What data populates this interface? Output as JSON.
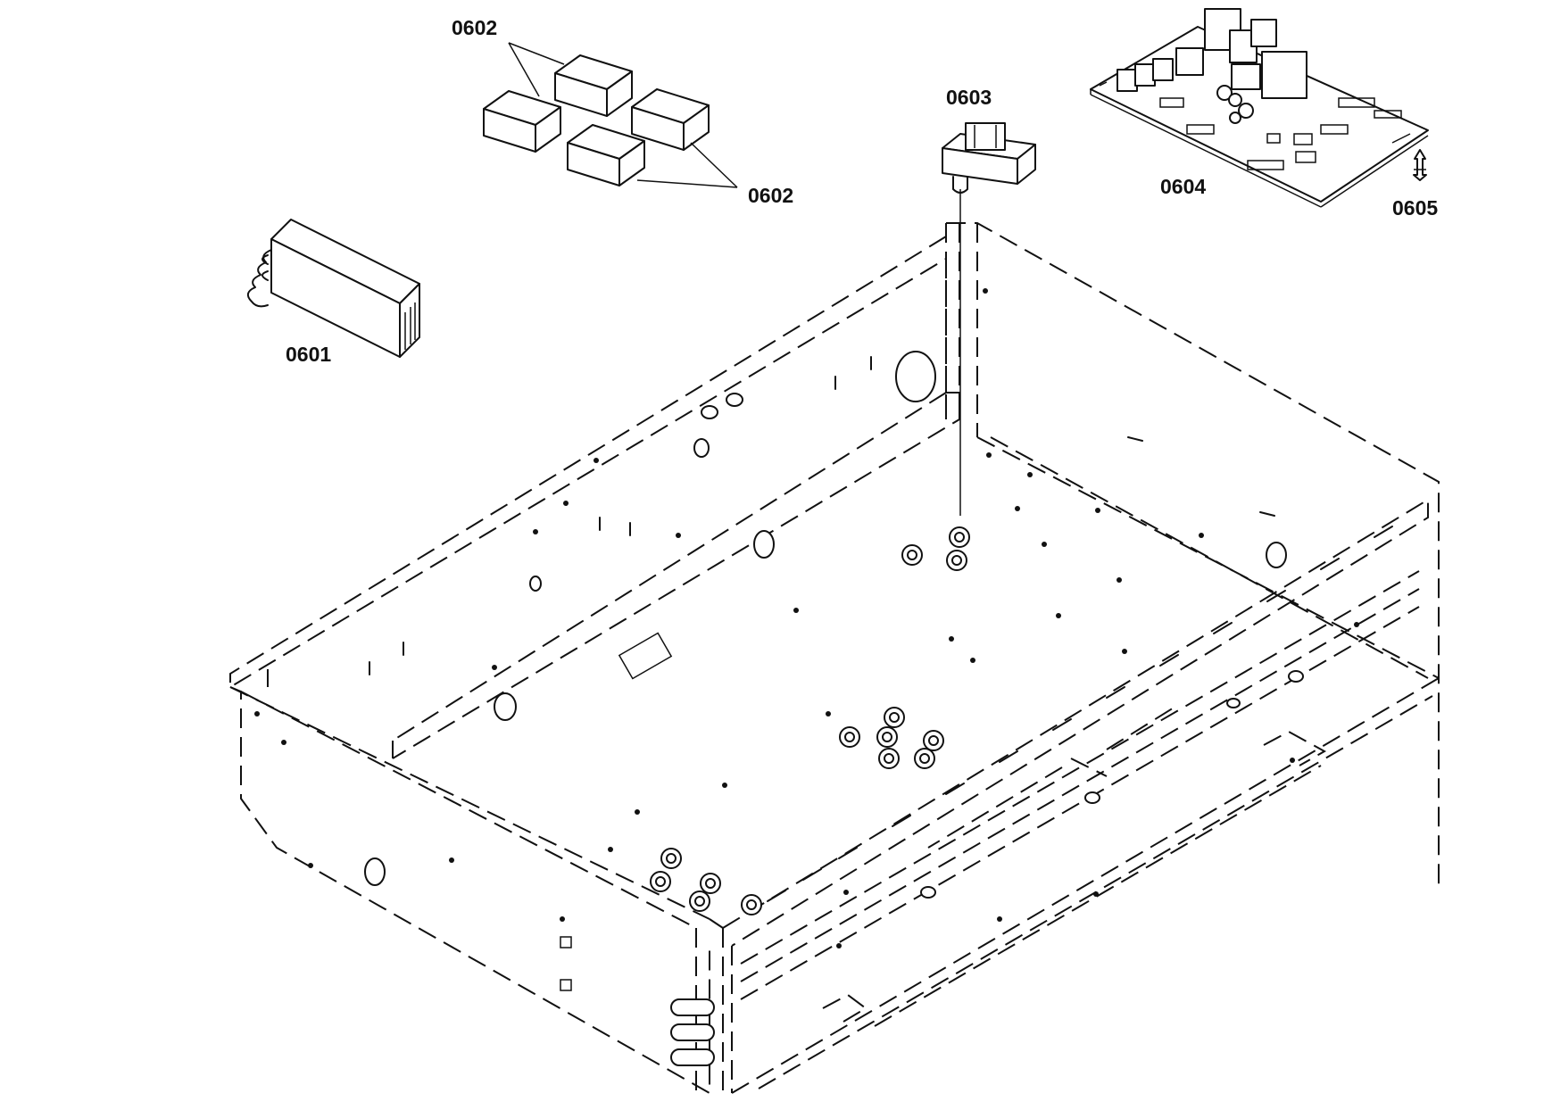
{
  "callouts": {
    "c0601": "0601",
    "c0602_top": "0602",
    "c0602_right": "0602",
    "c0603": "0603",
    "c0604": "0604",
    "c0605": "0605"
  }
}
